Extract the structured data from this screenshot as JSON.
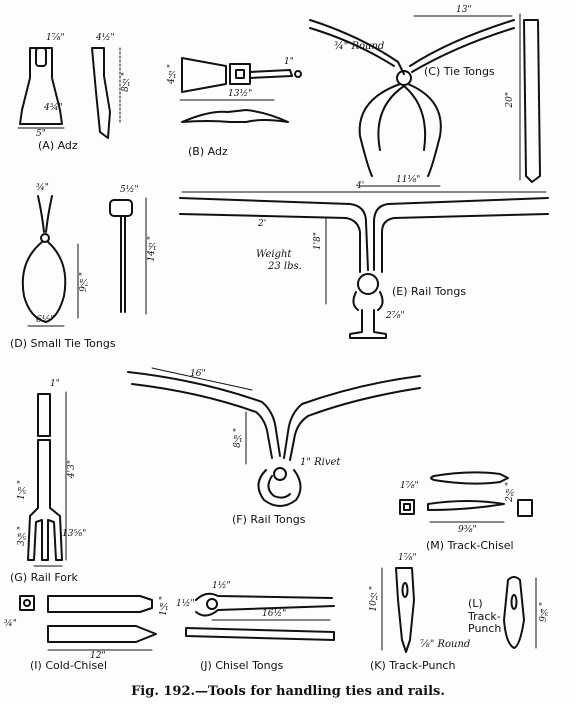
{
  "figure": {
    "caption": "Fig. 192.—Tools for handling ties and rails.",
    "labels": {
      "adz_a": "(A) Adz",
      "adz_b": "(B) Adz",
      "tie_tongs": "(C) Tie Tongs",
      "small_tie_tongs": "(D) Small Tie Tongs",
      "rail_tongs_e": "(E) Rail Tongs",
      "rail_tongs_f": "(F) Rail Tongs",
      "rail_fork": "(G) Rail Fork",
      "cold_chisel": "(I) Cold-Chisel",
      "chisel_tongs": "(J) Chisel Tongs",
      "track_punch_k": "(K) Track-Punch",
      "track_punch_l": "(L) Track-Punch",
      "track_chisel": "(M) Track-Chisel"
    },
    "notes": {
      "round": "¾\" Round",
      "weight_line1": "Weight",
      "weight_line2": "23 lbs.",
      "rivet": "1\" Rivet",
      "round_k": "⅞\" Round"
    },
    "dims": {
      "a_top": "1⅞\"",
      "a_side": "4½\"",
      "a_right": "8½\"",
      "a_bottom": "5\"",
      "a_bevel": "4¾\"",
      "b_left": "4½\"",
      "b_len": "13½\"",
      "b_hole": "1\"",
      "c_top": "13\"",
      "c_height": "20\"",
      "c_mouth": "11⅛\"",
      "d_top": "¾\"",
      "d_width": "5½\"",
      "d_height": "9⅞\"",
      "d_mouth": "6½\"",
      "d_handle": "14½\"",
      "e_len": "4'",
      "e_arm": "2'",
      "e_height": "1'8\"",
      "e_jaw": "2⅞\"",
      "f_len": "16\"",
      "f_height": "8⅛\"",
      "g_top": "1\"",
      "g_len": "4'3\"",
      "g_a": "1⅝\"",
      "g_b": "3⅝\"",
      "g_c": "13⅝\"",
      "i_len": "12\"",
      "i_end": "1⅛\"",
      "i_w": "¾\"",
      "j_jaw": "1½\"",
      "j_len": "16½\"",
      "j_w": "1½\"",
      "k_top": "1⅞\"",
      "k_len": "10½\"",
      "l_len": "9¾\"",
      "m_end": "1⅞\"",
      "m_w": "2⅜\"",
      "m_len": "9⅜\""
    }
  }
}
